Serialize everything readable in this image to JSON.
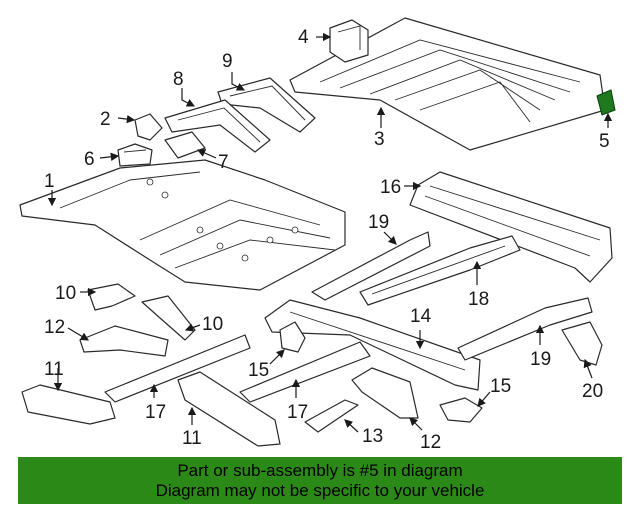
{
  "callouts": [
    "1",
    "2",
    "3",
    "4",
    "5",
    "6",
    "7",
    "8",
    "9",
    "10",
    "10",
    "11",
    "11",
    "12",
    "12",
    "13",
    "14",
    "15",
    "15",
    "16",
    "17",
    "17",
    "18",
    "19",
    "19",
    "20"
  ],
  "highlight_color": "#1f7a1f",
  "banner": {
    "line1": "Part or sub-assembly is #5 in diagram",
    "line2": "Diagram may not be specific to your vehicle",
    "color": "#2b8a17"
  }
}
